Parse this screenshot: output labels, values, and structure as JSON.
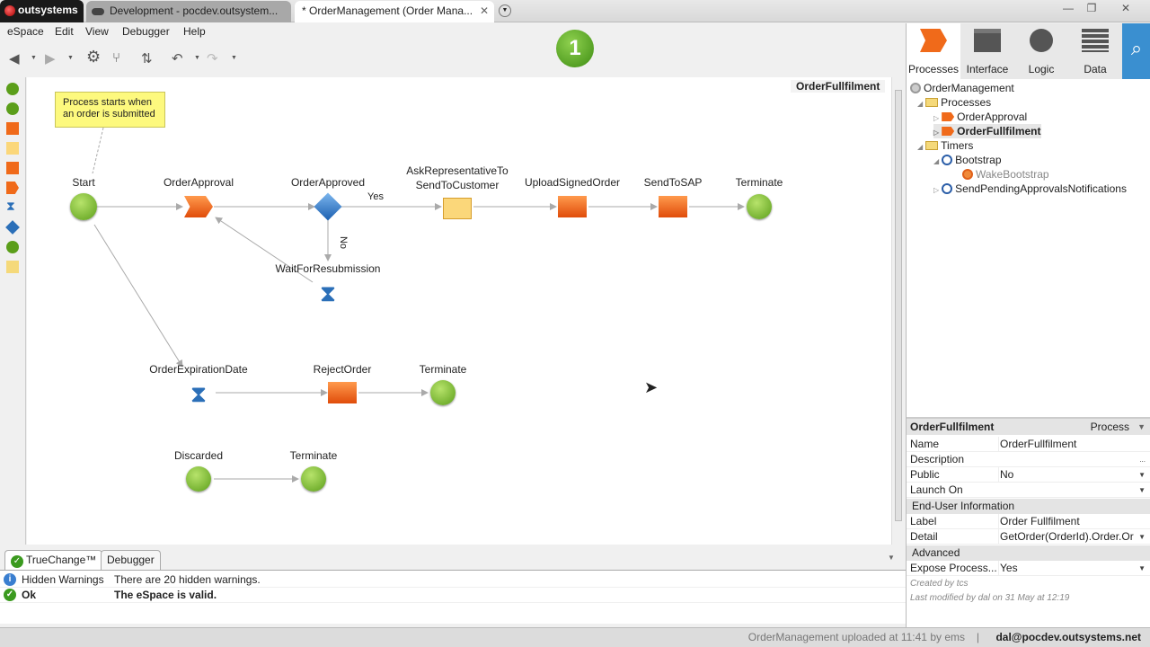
{
  "tabs": {
    "brand": "outsystems",
    "dev": "Development - pocdev.outsystem...",
    "active": "* OrderManagement (Order Mana..."
  },
  "menu": [
    "eSpace",
    "Edit",
    "View",
    "Debugger",
    "Help"
  ],
  "step_badge": "1",
  "canvas": {
    "title": "OrderFullfilment",
    "note": "Process starts when an order is submitted",
    "nodes": {
      "start": "Start",
      "order_approval": "OrderApproval",
      "order_approved": "OrderApproved",
      "ask_rep": "AskRepresentativeTo\nSendToCustomer",
      "upload": "UploadSignedOrder",
      "send_sap": "SendToSAP",
      "terminate1": "Terminate",
      "wait": "WaitForResubmission",
      "expiration": "OrderExpirationDate",
      "reject": "RejectOrder",
      "terminate2": "Terminate",
      "discarded": "Discarded",
      "terminate3": "Terminate"
    },
    "edge_labels": {
      "yes": "Yes",
      "no": "No"
    }
  },
  "right_tabs": [
    "Processes",
    "Interface",
    "Logic",
    "Data"
  ],
  "tree": {
    "root": "OrderManagement",
    "processes": "Processes",
    "p1": "OrderApproval",
    "p2": "OrderFullfilment",
    "timers": "Timers",
    "t1": "Bootstrap",
    "t1a": "WakeBootstrap",
    "t2": "SendPendingApprovalsNotifications"
  },
  "properties": {
    "title": "OrderFullfilment",
    "type": "Process",
    "name_k": "Name",
    "name_v": "OrderFullfilment",
    "desc_k": "Description",
    "desc_v": "...",
    "public_k": "Public",
    "public_v": "No",
    "launch_k": "Launch On",
    "launch_v": "",
    "sec_enduser": "End-User Information",
    "label_k": "Label",
    "label_v": "Order Fullfilment",
    "detail_k": "Detail",
    "detail_v": "GetOrder(OrderId).Order.Or",
    "sec_adv": "Advanced",
    "expose_k": "Expose Process...",
    "expose_v": "Yes",
    "created": "Created by tcs",
    "modified": "Last modified by dal on 31 May at 12:19"
  },
  "bottom": {
    "tabs": [
      "TrueChange™",
      "Debugger"
    ],
    "rows": [
      {
        "k": "Hidden Warnings",
        "v": "There are 20 hidden warnings."
      },
      {
        "k": "Ok",
        "v": "The eSpace is valid."
      }
    ]
  },
  "status": {
    "upload": "OrderManagement uploaded at 11:41 by ems",
    "user": "dal@pocdev.outsystems.net"
  },
  "colors": {
    "accent": "#3a8fd0",
    "process": "#f06a1a",
    "start": "#5b9e1a"
  }
}
